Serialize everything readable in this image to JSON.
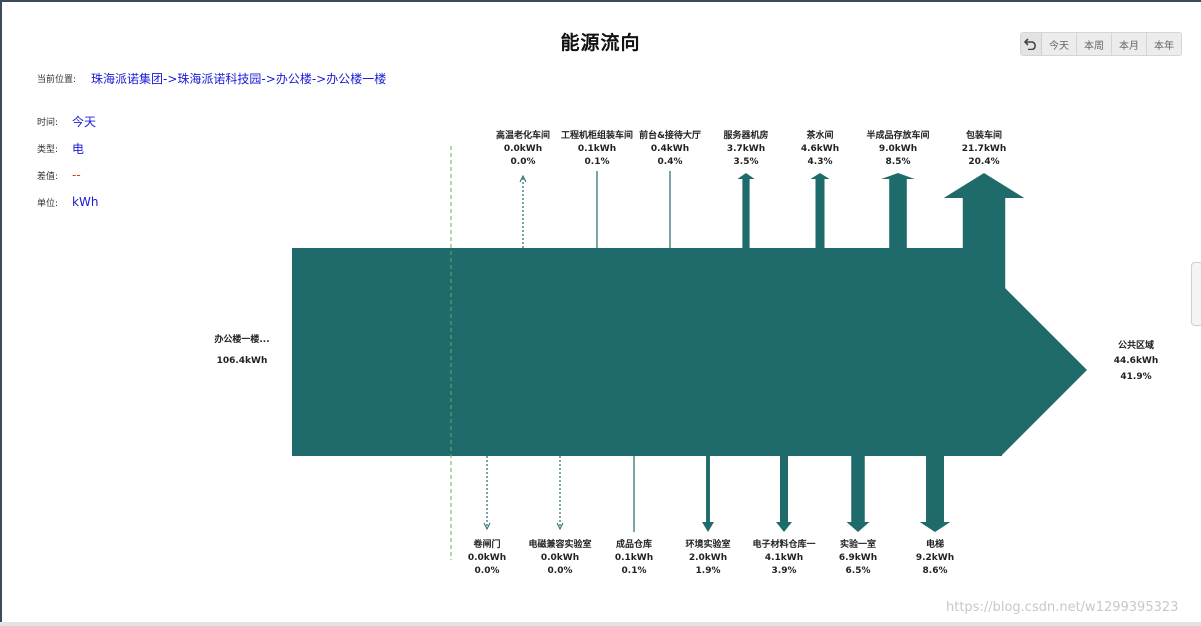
{
  "title": "能源流向",
  "time_tabs": [
    "今天",
    "本周",
    "本月",
    "本年"
  ],
  "location": {
    "label": "当前位置:",
    "path": "珠海派诺集团->珠海派诺科技园->办公楼->办公楼一楼"
  },
  "info": {
    "time": {
      "label": "时间:",
      "value": "今天"
    },
    "type": {
      "label": "类型:",
      "value": "电"
    },
    "diff": {
      "label": "差值:",
      "value": "--"
    },
    "unit": {
      "label": "单位:",
      "value": "kWh"
    }
  },
  "flow_color": "#1f6b6b",
  "source": {
    "name": "办公楼一楼...",
    "value": "106.4kWh"
  },
  "output": {
    "name": "公共区域",
    "value": "44.6kWh",
    "percent": "41.9%"
  },
  "top_branches": [
    {
      "name": "高温老化车间",
      "value": "0.0kWh",
      "percent": "0.0%"
    },
    {
      "name": "工程机柜组装车间",
      "value": "0.1kWh",
      "percent": "0.1%"
    },
    {
      "name": "前台&接待大厅",
      "value": "0.4kWh",
      "percent": "0.4%"
    },
    {
      "name": "服务器机房",
      "value": "3.7kWh",
      "percent": "3.5%"
    },
    {
      "name": "茶水间",
      "value": "4.6kWh",
      "percent": "4.3%"
    },
    {
      "name": "半成品存放车间",
      "value": "9.0kWh",
      "percent": "8.5%"
    },
    {
      "name": "包装车间",
      "value": "21.7kWh",
      "percent": "20.4%"
    }
  ],
  "bottom_branches": [
    {
      "name": "卷闸门",
      "value": "0.0kWh",
      "percent": "0.0%"
    },
    {
      "name": "电磁兼容实验室",
      "value": "0.0kWh",
      "percent": "0.0%"
    },
    {
      "name": "成品仓库",
      "value": "0.1kWh",
      "percent": "0.1%"
    },
    {
      "name": "环境实验室",
      "value": "2.0kWh",
      "percent": "1.9%"
    },
    {
      "name": "电子材料仓库一",
      "value": "4.1kWh",
      "percent": "3.9%"
    },
    {
      "name": "实验一室",
      "value": "6.9kWh",
      "percent": "6.5%"
    },
    {
      "name": "电梯",
      "value": "9.2kWh",
      "percent": "8.6%"
    }
  ],
  "watermark": "https://blog.csdn.net/w1299395323"
}
